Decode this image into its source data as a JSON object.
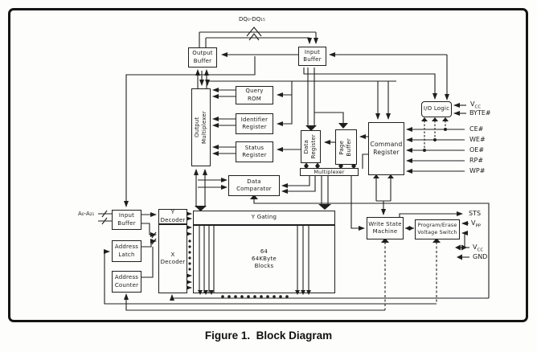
{
  "figure": {
    "caption": "Figure 1.  Block Diagram"
  },
  "colors": {
    "ink": "#1f1f1f",
    "background": "#ffffff"
  },
  "blocks": {
    "output_buffer": "Output\nBuffer",
    "input_buffer": "Input\nBuffer",
    "output_multiplexer": "Output\nMultiplexer",
    "query_rom": "Query\nROM",
    "identifier_register": "Identifier\nRegister",
    "status_register": "Status\nRegister",
    "data_register": "Data\nRegister",
    "page_buffer": "Page\nBuffer",
    "command_register": "Command\nRegister",
    "multiplexer": "Multiplexer",
    "io_logic": "I/O Logic",
    "data_comparator": "Data\nComparator",
    "y_gating": "Y Gating",
    "memory_array": "64\n64KByte\nBlocks",
    "y_decoder": "Y\nDecoder",
    "x_decoder": "X\nDecoder",
    "address_input_buffer": "Input\nBuffer",
    "address_latch": "Address\nLatch",
    "address_counter": "Address\nCounter",
    "write_state_machine": "Write State\nMachine",
    "program_erase_voltage_switch": "Program/Erase\nVoltage Switch"
  },
  "signals": {
    "dq_bus": "DQ₀-DQ₁₅",
    "address_bus": "A₀-A₂₁",
    "vcc_top": {
      "base": "V",
      "sub": "CC"
    },
    "byte": "BYTE#",
    "ce": "CE#",
    "we": "WE#",
    "oe": "OE#",
    "rp": "RP#",
    "wp": "WP#",
    "sts": "STS",
    "vpp": {
      "base": "V",
      "sub": "PP"
    },
    "vcc_bottom": {
      "base": "V",
      "sub": "CC"
    },
    "gnd": "GND"
  }
}
